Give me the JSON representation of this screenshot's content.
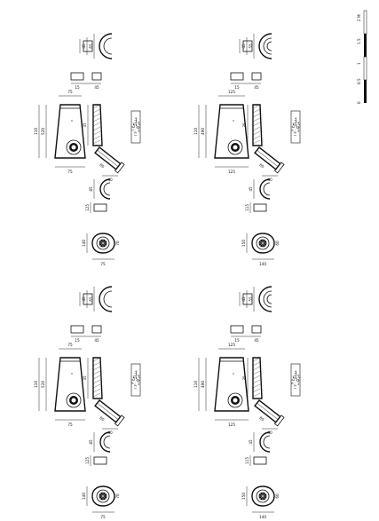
{
  "sheet": {
    "scale_labels": [
      "0",
      "0.5",
      "1",
      "1.5",
      "2 M"
    ]
  },
  "drawings": [
    {
      "name": "unit-top-left",
      "title_lines": [
        "نوع ۱",
        "مقیاس ۱:۲۰",
        "جزئیات"
      ],
      "dims": {
        "top_width": "75",
        "body_len": "520",
        "cap_dim": "110",
        "base_w": "75",
        "side_a": "35",
        "side_b": "80",
        "pipe_a": "15",
        "pipe_b": "45",
        "small_a": "125",
        "small_b": "40",
        "ring_d": "140",
        "ring_w": "75",
        "arc_top": "65",
        "arc_mid": "45",
        "arc_low": "85",
        "arc_bot": "70"
      }
    },
    {
      "name": "unit-top-right",
      "title_lines": [
        "نوع ۲",
        "مقیاس ۱:۲۰",
        "جزئیات"
      ],
      "dims": {
        "top_width": "125",
        "body_len": "490",
        "cap_dim": "110",
        "base_w": "125",
        "side_a": "35",
        "side_b": "80",
        "pipe_a": "15",
        "pipe_b": "45",
        "small_a": "115",
        "small_b": "40",
        "ring_d": "150",
        "ring_w": "140",
        "arc_top": "55",
        "arc_mid": "45",
        "arc_low": "45",
        "arc_bot": "60"
      }
    },
    {
      "name": "unit-bottom-left",
      "title_lines": [
        "نوع ۳",
        "مقیاس ۱:۲۰",
        "جزئیات"
      ],
      "dims": {
        "top_width": "75",
        "body_len": "520",
        "cap_dim": "110",
        "base_w": "75",
        "side_a": "35",
        "side_b": "80",
        "pipe_a": "15",
        "pipe_b": "45",
        "small_a": "125",
        "small_b": "40",
        "ring_d": "140",
        "ring_w": "75",
        "arc_top": "65",
        "arc_mid": "45",
        "arc_low": "85",
        "arc_bot": "70"
      }
    },
    {
      "name": "unit-bottom-right",
      "title_lines": [
        "نوع ۴",
        "مقیاس ۱:۲۰",
        "جزئیات"
      ],
      "dims": {
        "top_width": "125",
        "body_len": "490",
        "cap_dim": "110",
        "base_w": "125",
        "side_a": "35",
        "side_b": "80",
        "pipe_a": "15",
        "pipe_b": "45",
        "small_a": "115",
        "small_b": "40",
        "ring_d": "150",
        "ring_w": "140",
        "arc_top": "55",
        "arc_mid": "45",
        "arc_low": "45",
        "arc_bot": "60"
      }
    }
  ]
}
